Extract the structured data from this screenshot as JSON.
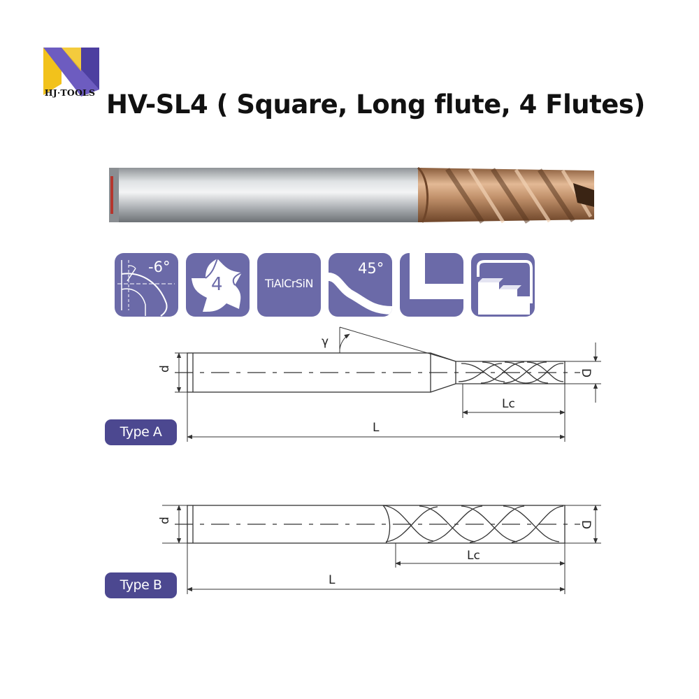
{
  "brand": {
    "name": "HJ·TOOLS",
    "colors": {
      "logo_yellow": "#f2c21b",
      "logo_purple": "#4d3fa0"
    }
  },
  "product": {
    "title": "HV-SL4 ( Square, Long flute, 4 Flutes)"
  },
  "feature_icons": [
    {
      "id": "helix-rake",
      "icon": "rake-angle-icon",
      "label": "-6°"
    },
    {
      "id": "flutes",
      "icon": "four-flute-icon",
      "label": "4"
    },
    {
      "id": "coating",
      "icon": "coating-icon",
      "label": "TiAlCrSiN"
    },
    {
      "id": "helix",
      "icon": "helix-angle-icon",
      "label": "45°"
    },
    {
      "id": "square-end",
      "icon": "square-end-icon",
      "label": ""
    },
    {
      "id": "shoulder",
      "icon": "shoulder-milling-icon",
      "label": ""
    }
  ],
  "diagrams": {
    "type_a": {
      "badge": "Type A",
      "labels": {
        "angle": "γ",
        "shank_dia": "d",
        "cut_dia": "D",
        "cut_len": "Lc",
        "overall_len": "L"
      }
    },
    "type_b": {
      "badge": "Type B",
      "labels": {
        "shank_dia": "d",
        "cut_dia": "D",
        "cut_len": "Lc",
        "overall_len": "L"
      }
    }
  },
  "colors": {
    "icon_bg": "#6b6aa8",
    "badge_bg": "#4c4890",
    "coating": "#c0906a"
  }
}
